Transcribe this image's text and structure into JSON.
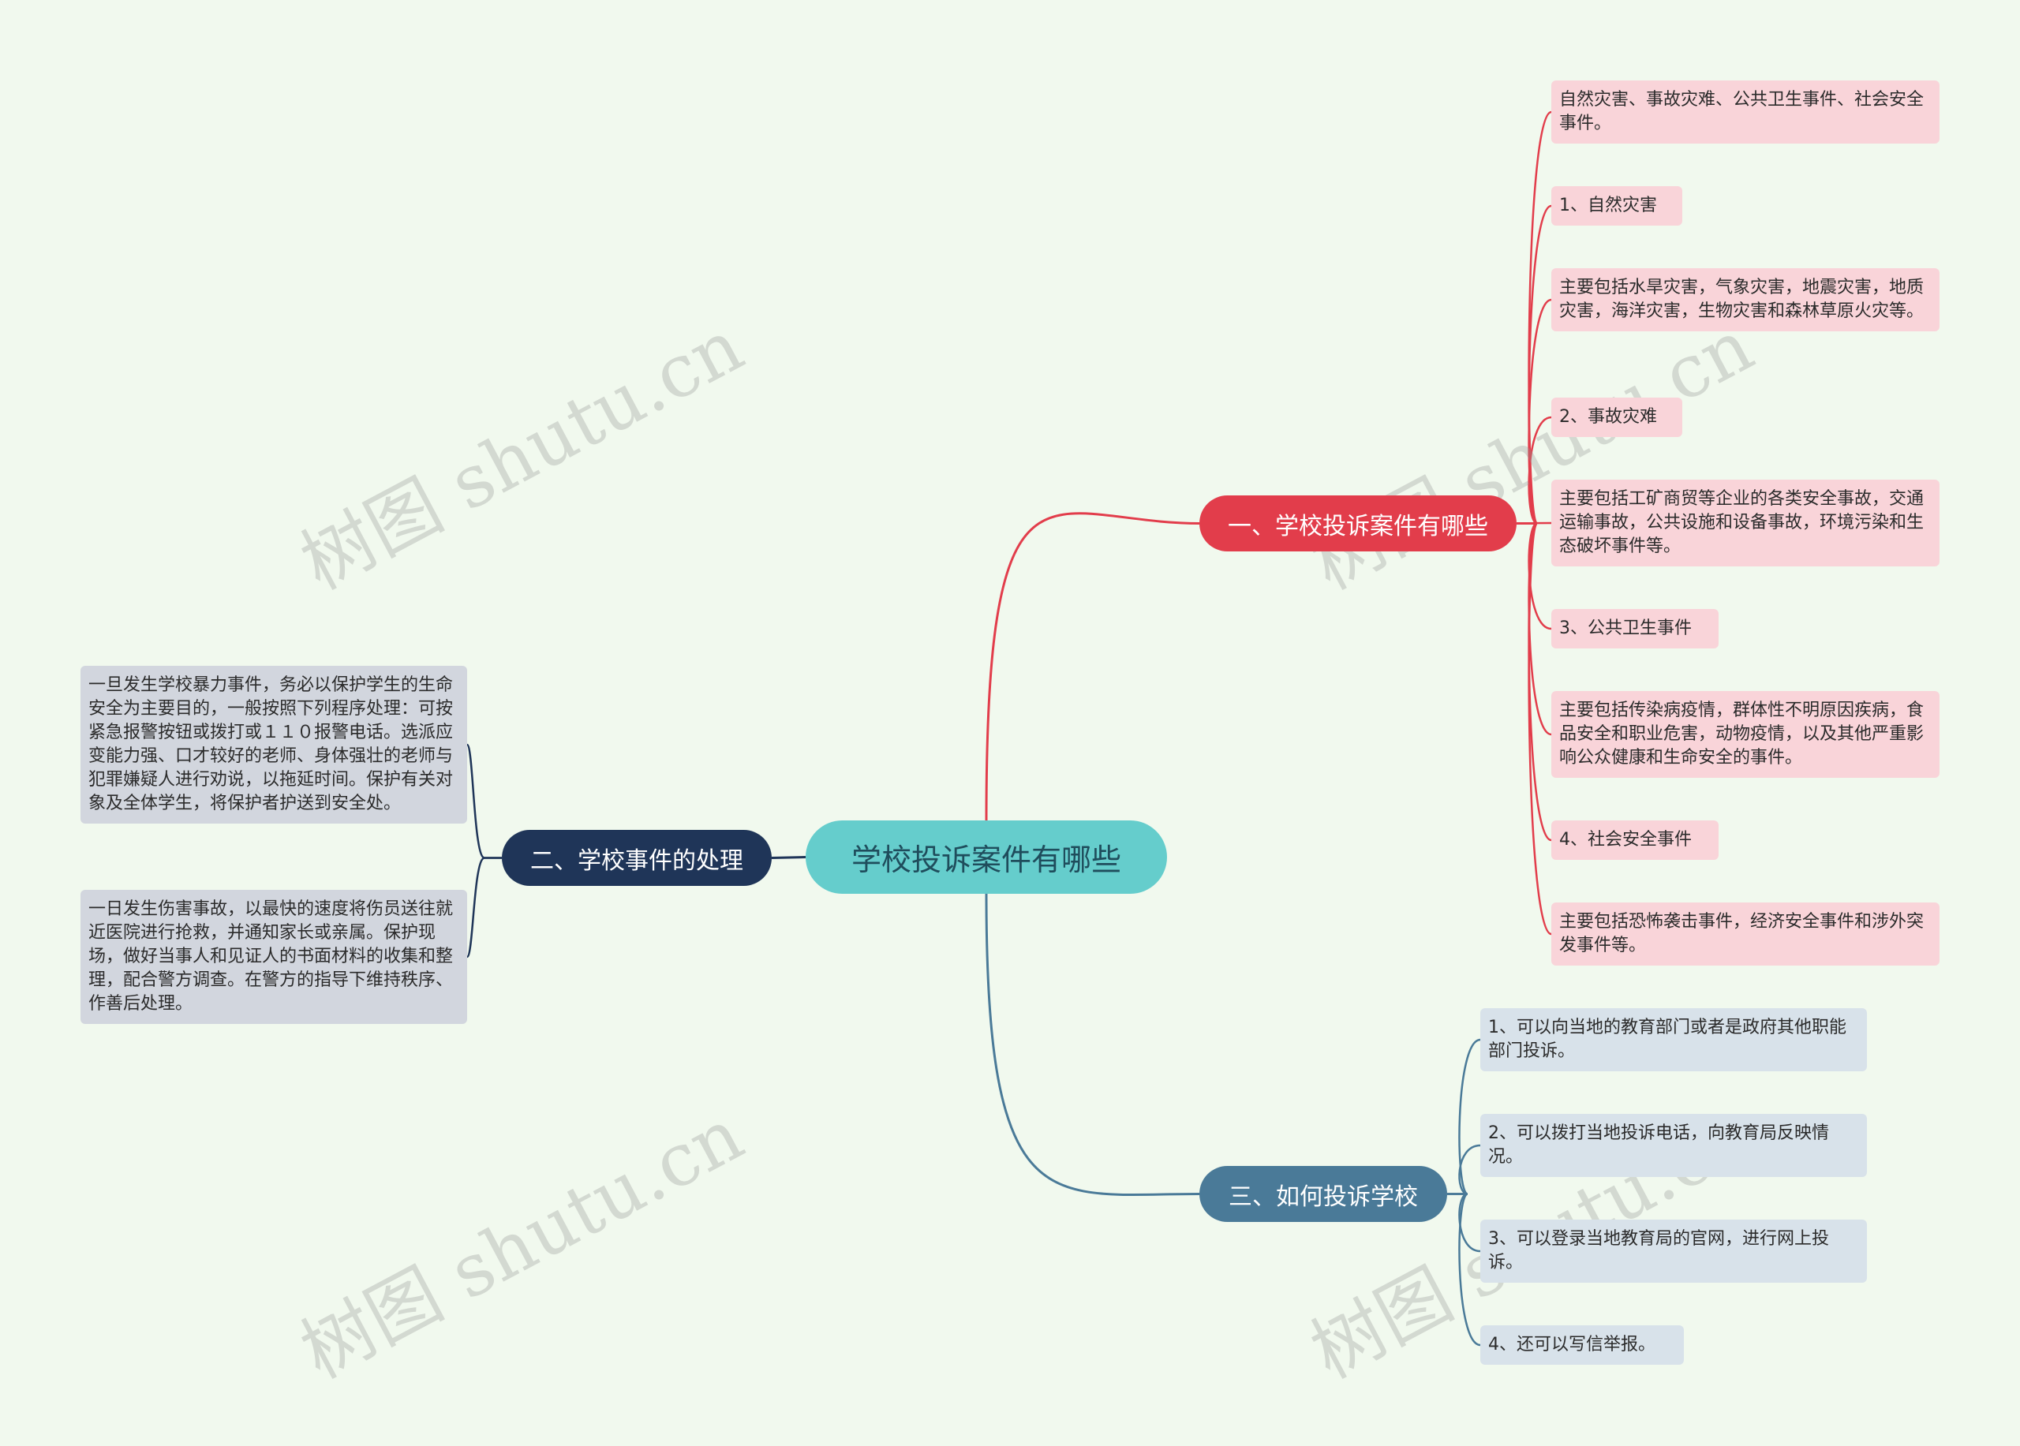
{
  "root": {
    "label": "学校投诉案件有哪些"
  },
  "branches": [
    {
      "label": "一、学校投诉案件有哪些",
      "color": "#e23d4b",
      "children": [
        "自然灾害、事故灾难、公共卫生事件、社会安全事件。",
        "1、自然灾害",
        "主要包括水旱灾害，气象灾害，地震灾害，地质灾害，海洋灾害，生物灾害和森林草原火灾等。",
        "2、事故灾难",
        "主要包括工矿商贸等企业的各类安全事故，交通运输事故，公共设施和设备事故，环境污染和生态破坏事件等。",
        "3、公共卫生事件",
        "主要包括传染病疫情，群体性不明原因疾病，食品安全和职业危害，动物疫情，以及其他严重影响公众健康和生命安全的事件。",
        "4、社会安全事件",
        "主要包括恐怖袭击事件，经济安全事件和涉外突发事件等。"
      ]
    },
    {
      "label": "二、学校事件的处理",
      "color": "#1f3558",
      "children": [
        "一旦发生学校暴力事件，务必以保护学生的生命安全为主要目的，一般按照下列程序处理：可按紧急报警按钮或拨打或１１０报警电话。选派应变能力强、口才较好的老师、身体强壮的老师与犯罪嫌疑人进行劝说，以拖延时间。保护有关对象及全体学生，将保护者护送到安全处。",
        "一日发生伤害事故，以最快的速度将伤员送往就近医院进行抢救，并通知家长或亲属。保护现场，做好当事人和见证人的书面材料的收集和整理，配合警方调查。在警方的指导下维持秩序、作善后处理。"
      ]
    },
    {
      "label": "三、如何投诉学校",
      "color": "#4a7a98",
      "children": [
        "1、可以向当地的教育部门或者是政府其他职能部门投诉。",
        "2、可以拨打当地投诉电话，向教育局反映情况。",
        "3、可以登录当地教育局的官网，进行网上投诉。",
        "4、还可以写信举报。"
      ]
    }
  ],
  "watermark": "树图 shutu.cn"
}
